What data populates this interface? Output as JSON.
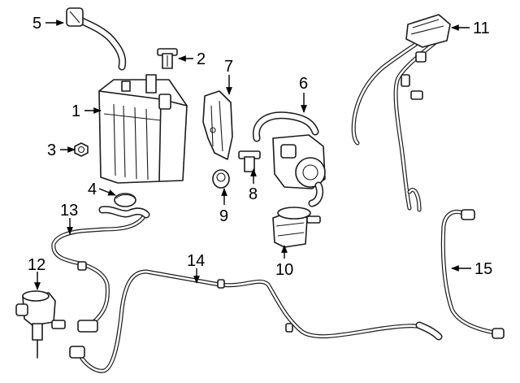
{
  "callouts": [
    {
      "id": "1",
      "text": "1"
    },
    {
      "id": "2",
      "text": "2"
    },
    {
      "id": "3",
      "text": "3"
    },
    {
      "id": "4",
      "text": "4"
    },
    {
      "id": "5",
      "text": "5"
    },
    {
      "id": "6",
      "text": "6"
    },
    {
      "id": "7",
      "text": "7"
    },
    {
      "id": "8",
      "text": "8"
    },
    {
      "id": "9",
      "text": "9"
    },
    {
      "id": "10",
      "text": "10"
    },
    {
      "id": "11",
      "text": "11"
    },
    {
      "id": "12",
      "text": "12"
    },
    {
      "id": "13",
      "text": "13"
    },
    {
      "id": "14",
      "text": "14"
    },
    {
      "id": "15",
      "text": "15"
    }
  ],
  "colors": {
    "ink": "#1a1a1a",
    "background": "#ffffff"
  }
}
